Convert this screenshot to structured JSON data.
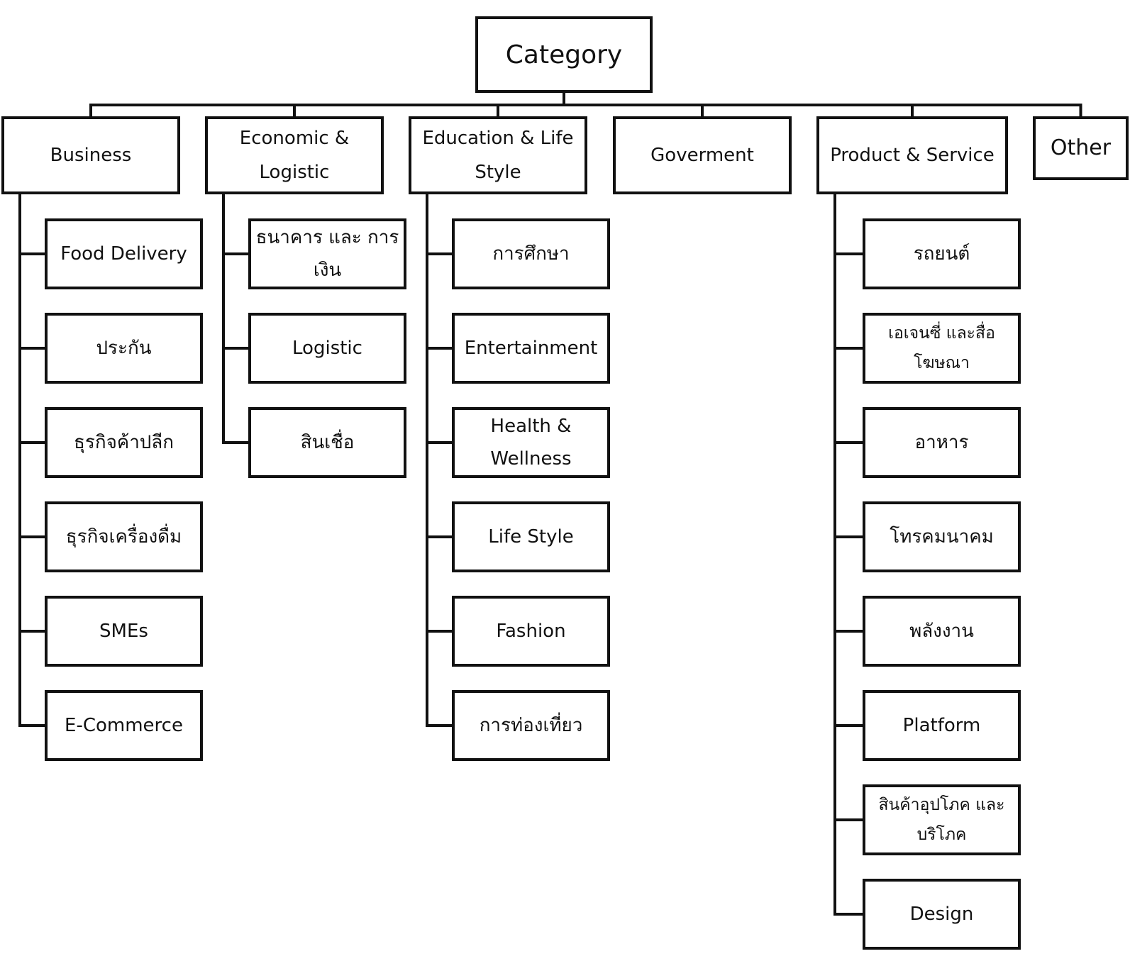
{
  "root": "Category",
  "categories": [
    {
      "label": "Business",
      "children": [
        "Food Delivery",
        "ประกัน",
        "ธุรกิจค้าปลีก",
        "ธุรกิจเครื่องดื่ม",
        "SMEs",
        "E-Commerce"
      ]
    },
    {
      "label": "Economic & Logistic",
      "children": [
        "ธนาคาร และ การเงิน",
        "Logistic",
        "สินเชื่อ"
      ]
    },
    {
      "label": "Education & Life Style",
      "children": [
        "การศึกษา",
        "Entertainment",
        "Health & Wellness",
        "Life Style",
        "Fashion",
        "การท่องเที่ยว"
      ]
    },
    {
      "label": "Goverment",
      "children": []
    },
    {
      "label": "Product & Service",
      "children": [
        "รถยนต์",
        "เอเจนซี่ และสื่อ โฆษณา",
        "อาหาร",
        "โทรคมนาคม",
        "พลังงาน",
        "Platform",
        "สินค้าอุปโภค และ บริโภค",
        "Design"
      ]
    },
    {
      "label": "Other",
      "children": []
    }
  ]
}
